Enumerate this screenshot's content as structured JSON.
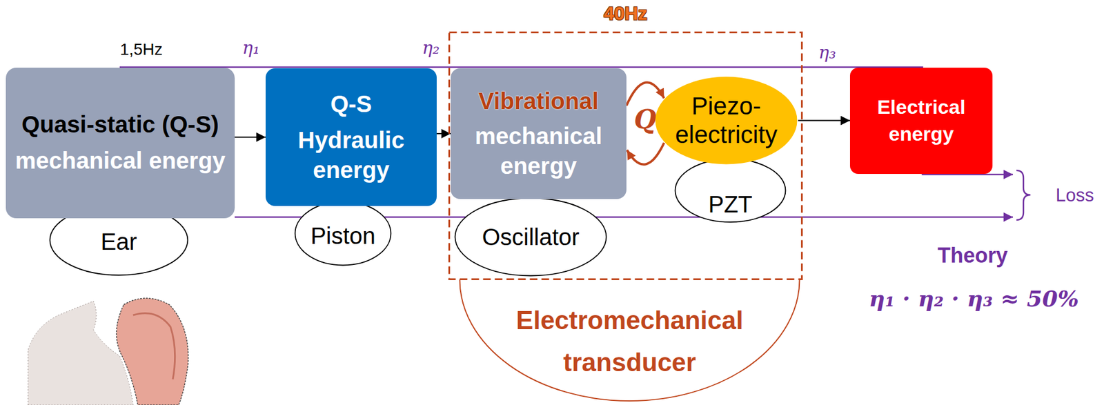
{
  "diagram": {
    "nodes": [
      {
        "text": [
          "Quasi-static (Q-S)",
          "mechanical energy"
        ]
      },
      {
        "text": [
          "Ear"
        ]
      },
      {
        "text": [
          "Q-S",
          "Hydraulic energy"
        ]
      },
      {
        "text": [
          "Piston"
        ]
      },
      {
        "text": [
          "40Hz"
        ]
      },
      {
        "text": [
          "Vibrational",
          "mechanical energy"
        ],
        "in": 4
      },
      {
        "text": [
          "Oscillator"
        ],
        "in": 4
      },
      {
        "text": [
          "Piezo-electricity"
        ],
        "in": 4
      },
      {
        "text": [
          "PZT"
        ],
        "in": 4
      },
      {
        "text": [
          "Electrical energy"
        ]
      },
      {
        "text": [
          "Electromechanical transducer"
        ]
      }
    ],
    "edges": [
      {
        "from": 0,
        "to": 2,
        "arrow": "to"
      },
      {
        "from": 2,
        "to": 5,
        "arrow": "to"
      },
      {
        "from": 5,
        "to": 7,
        "arrow": "to",
        "label": "Q"
      },
      {
        "from": 7,
        "to": 5,
        "arrow": "to"
      },
      {
        "from": 7,
        "to": 9,
        "arrow": "to"
      }
    ],
    "labels": [
      "1,5Hz",
      "η₁",
      "η₂",
      "η₃",
      "Loss",
      "Theory",
      "η₁ · η₂ · η₃ ≈ 50%"
    ]
  }
}
